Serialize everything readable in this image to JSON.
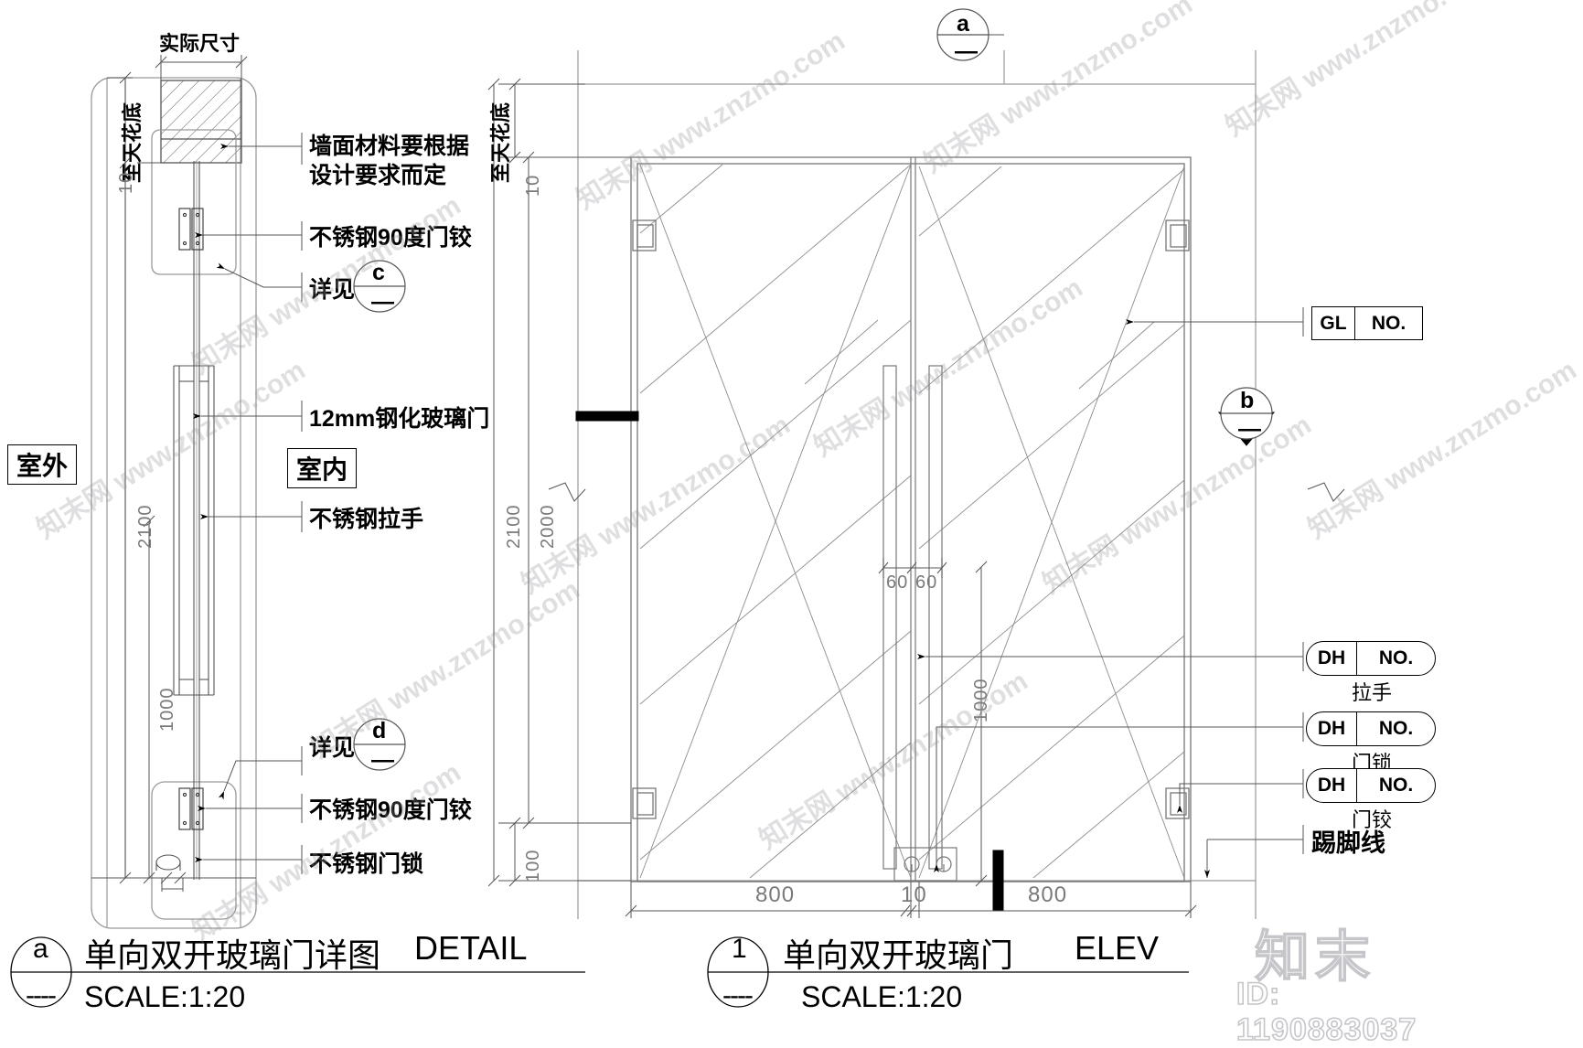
{
  "drawing": {
    "watermark_id": "ID: 1190883037",
    "watermark_logo": "知末",
    "watermark_text": "知末网 www.znzmo.com"
  },
  "detail_view": {
    "title_cn": "单向双开玻璃门详图",
    "title_en": "DETAIL",
    "scale": "SCALE:1:20",
    "bubble_letter": "a",
    "bubble_sheet": "----",
    "top_dim_label": "实际尺寸",
    "side_dim_label": "至天花底",
    "dim_10": "10",
    "dim_2100": "2100",
    "dim_1000": "1000",
    "zone_outdoor": "室外",
    "zone_indoor": "室内",
    "callouts": [
      {
        "text": "墙面材料要根据",
        "id": "wall-material-line1"
      },
      {
        "text": "设计要求而定",
        "id": "wall-material-line2"
      },
      {
        "text": "不锈钢90度门铰",
        "id": "hinge-top"
      },
      {
        "text": "详见",
        "id": "see-detail-c"
      },
      {
        "text": "12mm钢化玻璃门",
        "id": "glass-door"
      },
      {
        "text": "不锈钢拉手",
        "id": "pull-handle"
      },
      {
        "text": "详见",
        "id": "see-detail-d"
      },
      {
        "text": "不锈钢90度门铰",
        "id": "hinge-bottom"
      },
      {
        "text": "不锈钢门锁",
        "id": "door-lock"
      }
    ],
    "bubble_c": "c",
    "bubble_c_sheet": "—",
    "bubble_d": "d",
    "bubble_d_sheet": "—"
  },
  "elevation_view": {
    "title_cn": "单向双开玻璃门",
    "title_en": "ELEV",
    "scale": "SCALE:1:20",
    "bubble_number": "1",
    "bubble_sheet": "----",
    "section_a": "a",
    "section_a_sheet": "—",
    "section_b": "b",
    "section_b_sheet": "—",
    "vert_ceiling_label": "至天花底",
    "dim_10_top": "10",
    "dim_2100": "2100",
    "dim_2000": "2000",
    "dim_100": "100",
    "dim_1000": "1000",
    "dim_60_left": "60",
    "dim_60_right": "60",
    "dim_800_left": "800",
    "dim_10_center": "10",
    "dim_800_right": "800"
  },
  "legend_tags": [
    {
      "code": "GL",
      "value": "NO.",
      "sub": "",
      "shape": "rect",
      "name": "glass-tag"
    },
    {
      "code": "DH",
      "value": "NO.",
      "sub": "拉手",
      "shape": "pill",
      "name": "hardware-tag-handle"
    },
    {
      "code": "DH",
      "value": "NO.",
      "sub": "门锁",
      "shape": "pill",
      "name": "hardware-tag-lock"
    },
    {
      "code": "DH",
      "value": "NO.",
      "sub": "门铰",
      "shape": "pill",
      "name": "hardware-tag-hinge"
    }
  ],
  "baseboard_label": "踢脚线",
  "colors": {
    "line": "#000000",
    "thin_line": "#8a8a8a",
    "dim_text": "#7a7a7a",
    "background": "#ffffff"
  }
}
